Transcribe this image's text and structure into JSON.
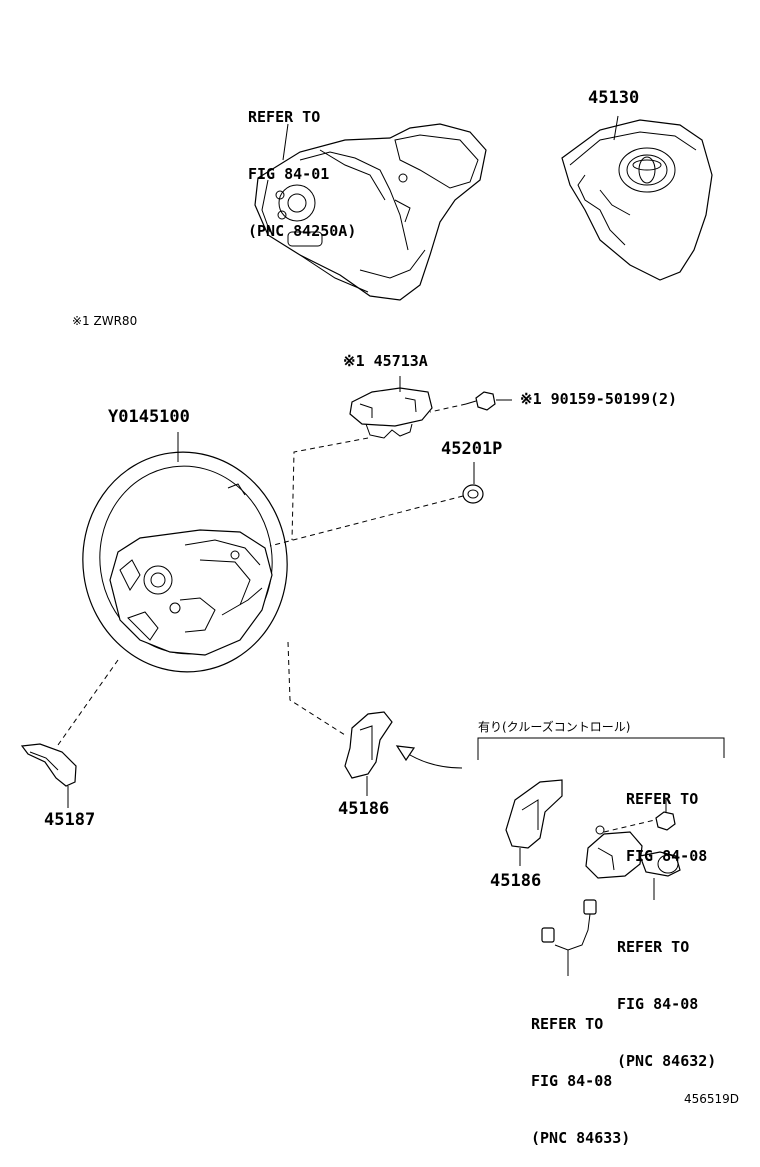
{
  "labels": {
    "refer_top": [
      "REFER TO",
      "FIG 84-01",
      "(PNC 84250A)"
    ],
    "part_45130": "45130",
    "note": "※1 ZWR80",
    "part_45713a": "※1 45713A",
    "part_90159": "※1 90159-50199(2)",
    "part_y0145100": "Y0145100",
    "part_45201p": "45201P",
    "part_45187": "45187",
    "part_45186_left": "45186",
    "cruise_caption": "有り(クルーズコントロール)",
    "refer_right1": [
      "REFER TO",
      "FIG 84-08"
    ],
    "part_45186_right": "45186",
    "refer_right2": [
      "REFER TO",
      "FIG 84-08",
      "(PNC 84632)"
    ],
    "refer_bottom": [
      "REFER TO",
      "FIG 84-08",
      "(PNC 84633)"
    ],
    "diagram_id": "456519D"
  },
  "colors": {
    "line": "#000000",
    "background": "#ffffff"
  }
}
